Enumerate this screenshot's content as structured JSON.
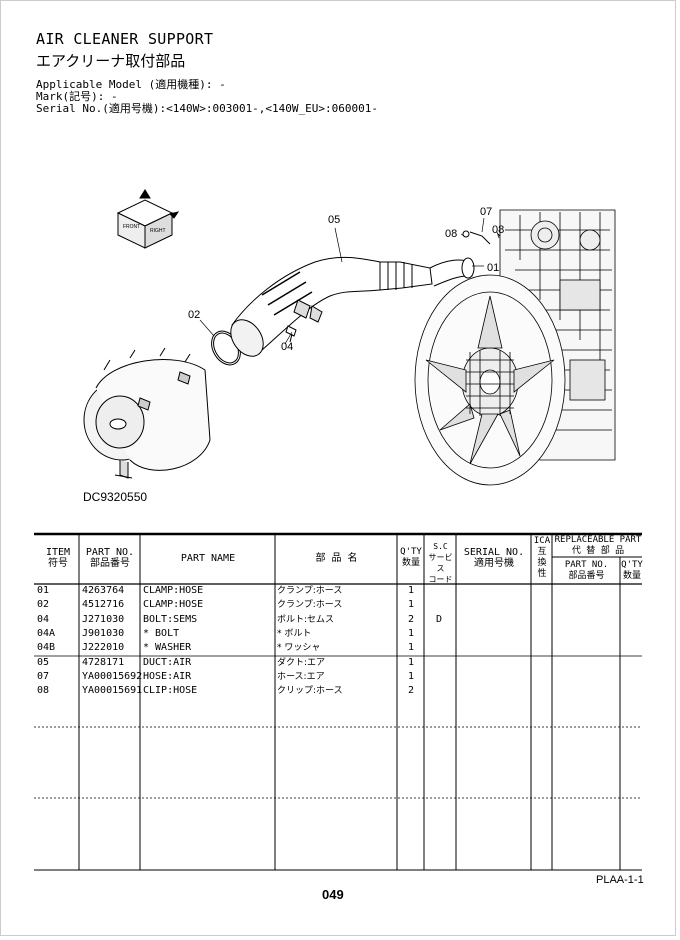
{
  "header": {
    "title_en": "AIR CLEANER SUPPORT",
    "title_jp": "エアクリーナ取付部品",
    "applicable_model": "Applicable Model (適用機種): -",
    "mark": "Mark(記号): -",
    "serial_no": "Serial No.(適用号機):<140W>:003001-,<140W_EU>:060001-"
  },
  "illustration": {
    "drawing_id": "DC9320550",
    "callouts": [
      "05",
      "07",
      "08",
      "08",
      "01",
      "02",
      "04"
    ],
    "orientation_marks": [
      "FRONT",
      "RIGHT"
    ]
  },
  "table": {
    "headers": {
      "item": [
        "ITEM",
        "符号"
      ],
      "part_no": [
        "PART NO.",
        "部品番号"
      ],
      "part_name": [
        "PART NAME"
      ],
      "jp_name": [
        "部 品 名"
      ],
      "qty": [
        "Q'TY",
        "数量"
      ],
      "sc": [
        "S.C",
        "サービス",
        "コード"
      ],
      "serial": [
        "SERIAL NO.",
        "適用号機"
      ],
      "ica": [
        "ICA",
        "互",
        "換",
        "性"
      ],
      "replaceable": [
        "REPLACEABLE PART",
        "代 替 部 品"
      ],
      "rep_part_no": [
        "PART NO.",
        "部品番号"
      ],
      "rep_qty": [
        "Q'TY",
        "数量"
      ]
    },
    "rows": [
      {
        "item": "01",
        "part_no": "4263764",
        "name": "CLAMP:HOSE",
        "jp": "クランプ:ホース",
        "qty": "1",
        "sc": ""
      },
      {
        "item": "02",
        "part_no": "4512716",
        "name": "CLAMP:HOSE",
        "jp": "クランプ:ホース",
        "qty": "1",
        "sc": ""
      },
      {
        "item": "04",
        "part_no": "J271030",
        "name": "BOLT:SEMS",
        "jp": "ボルト:セムス",
        "qty": "2",
        "sc": "D"
      },
      {
        "item": "04A",
        "part_no": "J901030",
        "name": "* BOLT",
        "jp": "* ボルト",
        "qty": "1",
        "sc": ""
      },
      {
        "item": "04B",
        "part_no": "J222010",
        "name": "* WASHER",
        "jp": "* ワッシャ",
        "qty": "1",
        "sc": ""
      },
      {
        "item": "05",
        "part_no": "4728171",
        "name": "DUCT:AIR",
        "jp": "ダクト:エア",
        "qty": "1",
        "sc": ""
      },
      {
        "item": "07",
        "part_no": "YA00015692",
        "name": "HOSE:AIR",
        "jp": "ホース:エア",
        "qty": "1",
        "sc": ""
      },
      {
        "item": "08",
        "part_no": "YA00015691",
        "name": "CLIP:HOSE",
        "jp": "クリップ:ホース",
        "qty": "2",
        "sc": ""
      }
    ]
  },
  "footer": {
    "page_number": "049",
    "page_code": "PLAA-1-1"
  }
}
